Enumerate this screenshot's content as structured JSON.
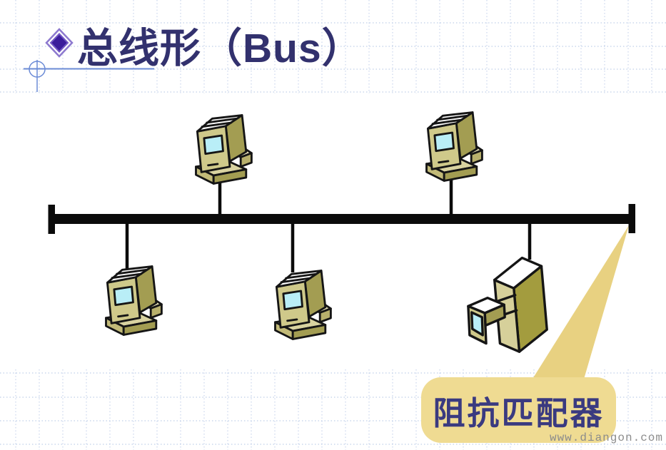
{
  "slide": {
    "title": "总线形（Bus）",
    "callout": {
      "label": "阻抗匹配器",
      "target": "right-bus-terminator"
    },
    "watermark": "www.diangon.com"
  },
  "icons": {
    "bullet": "purple-diamond-bullet",
    "computer": "pixel-isometric-desktop-computer",
    "server": "pixel-isometric-tower-server"
  },
  "colors": {
    "title_text": "#32316e",
    "callout_text": "#3a3a80",
    "callout_fill": "#efdb92",
    "callout_pointer_fill": "#e8d181",
    "bus_line": "#0b0b0b",
    "grid": "#b9c9e6",
    "accent_line": "#6b8bd6",
    "bullet_inner": "#3b1d9b",
    "bullet_outline": "#8d79cf",
    "pc_front": "#cfc98a",
    "pc_side": "#a39d52",
    "pc_screen": "#b9eef7",
    "watermark_text": "#8c8c8c"
  },
  "diagram": {
    "type": "bus-topology",
    "bus": {
      "orientation": "horizontal",
      "terminator_count": 2
    },
    "nodes": [
      {
        "name": "computer-1",
        "kind": "computer",
        "position": "above-bus-left"
      },
      {
        "name": "computer-2",
        "kind": "computer",
        "position": "above-bus-right"
      },
      {
        "name": "computer-3",
        "kind": "computer",
        "position": "below-bus-left"
      },
      {
        "name": "computer-4",
        "kind": "computer",
        "position": "below-bus-middle"
      },
      {
        "name": "server-1",
        "kind": "server",
        "position": "below-bus-right"
      }
    ],
    "callout_points_to": "right end terminator of the bus"
  }
}
